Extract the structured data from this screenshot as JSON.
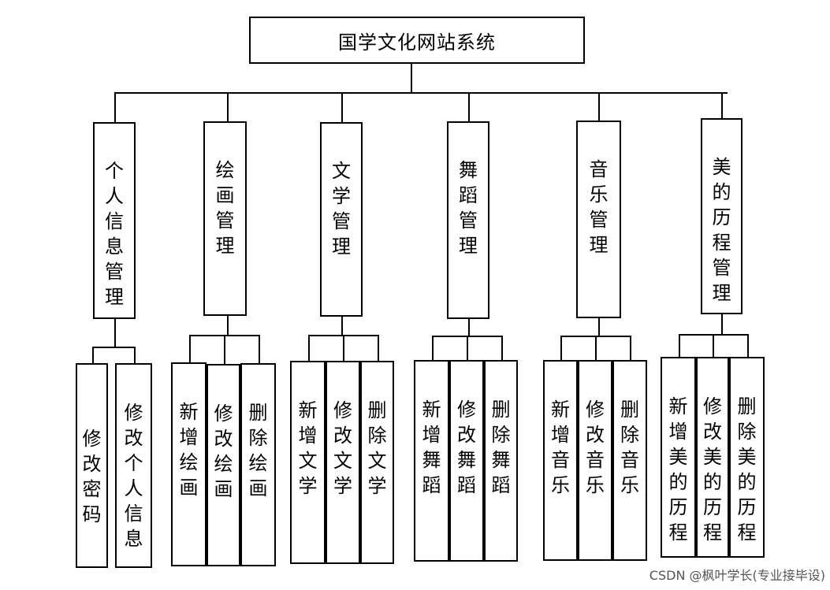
{
  "root": {
    "label": "国学文化网站系统"
  },
  "categories": [
    {
      "label": "个人信息管理",
      "children": [
        "修改密码",
        "修改个人信息"
      ]
    },
    {
      "label": "绘画管理",
      "children": [
        "新增绘画",
        "修改绘画",
        "删除绘画"
      ]
    },
    {
      "label": "文学管理",
      "children": [
        "新增文学",
        "修改文学",
        "删除文学"
      ]
    },
    {
      "label": "舞蹈管理",
      "children": [
        "新增舞蹈",
        "修改舞蹈",
        "删除舞蹈"
      ]
    },
    {
      "label": "音乐管理",
      "children": [
        "新增音乐",
        "修改音乐",
        "删除音乐"
      ]
    },
    {
      "label": "美的历程管理",
      "children": [
        "新增美的历程",
        "修改美的历程",
        "删除美的历程"
      ]
    }
  ],
  "watermark": "CSDN @枫叶学长(专业接毕设)"
}
